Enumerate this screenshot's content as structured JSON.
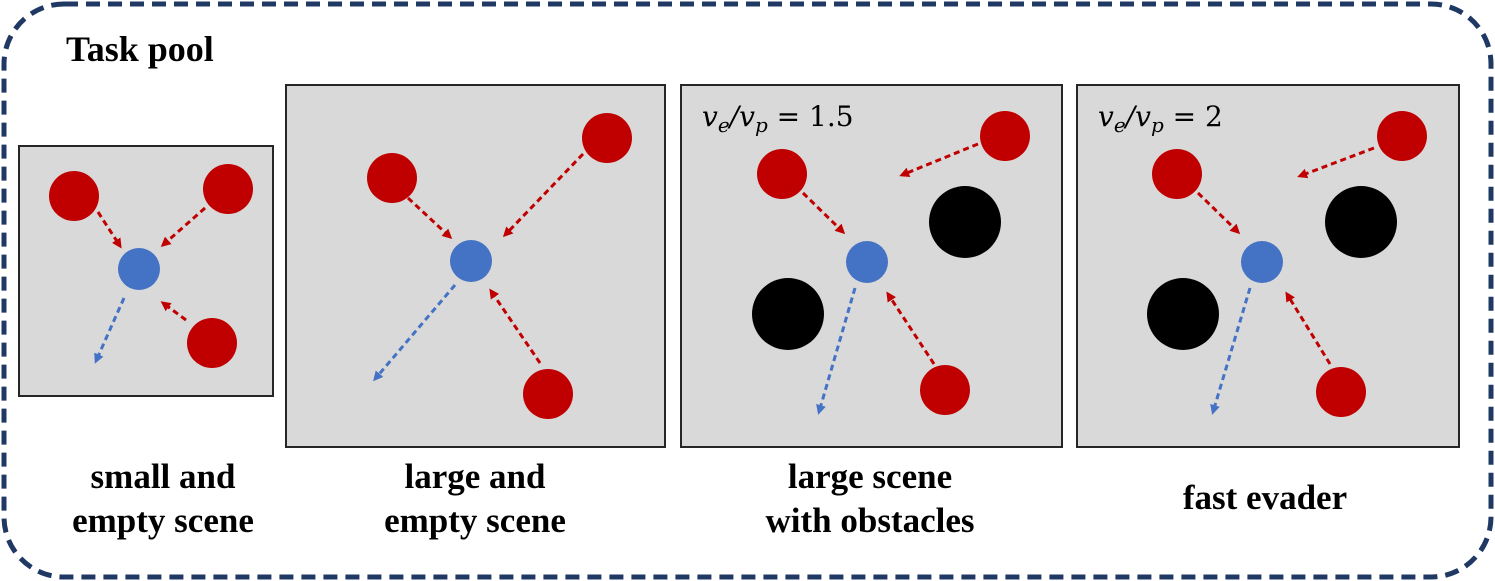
{
  "title": "Task pool",
  "colors": {
    "frame_border": "#1f3864",
    "panel_fill": "#d9d9d9",
    "pursuer": "#c00000",
    "evader": "#4472c4",
    "obstacle": "#000000"
  },
  "scenes": [
    {
      "caption_line1": "small and",
      "caption_line2": "empty scene"
    },
    {
      "caption_line1": "large and",
      "caption_line2": "empty scene"
    },
    {
      "caption_line1": "large scene",
      "caption_line2": "with obstacles",
      "ratio_var": "v",
      "ratio_e": "e",
      "ratio_p": "p",
      "ratio_value": "1.5"
    },
    {
      "caption_line1": "fast evader",
      "caption_line2": "",
      "ratio_var": "v",
      "ratio_e": "e",
      "ratio_p": "p",
      "ratio_value": "2"
    }
  ]
}
